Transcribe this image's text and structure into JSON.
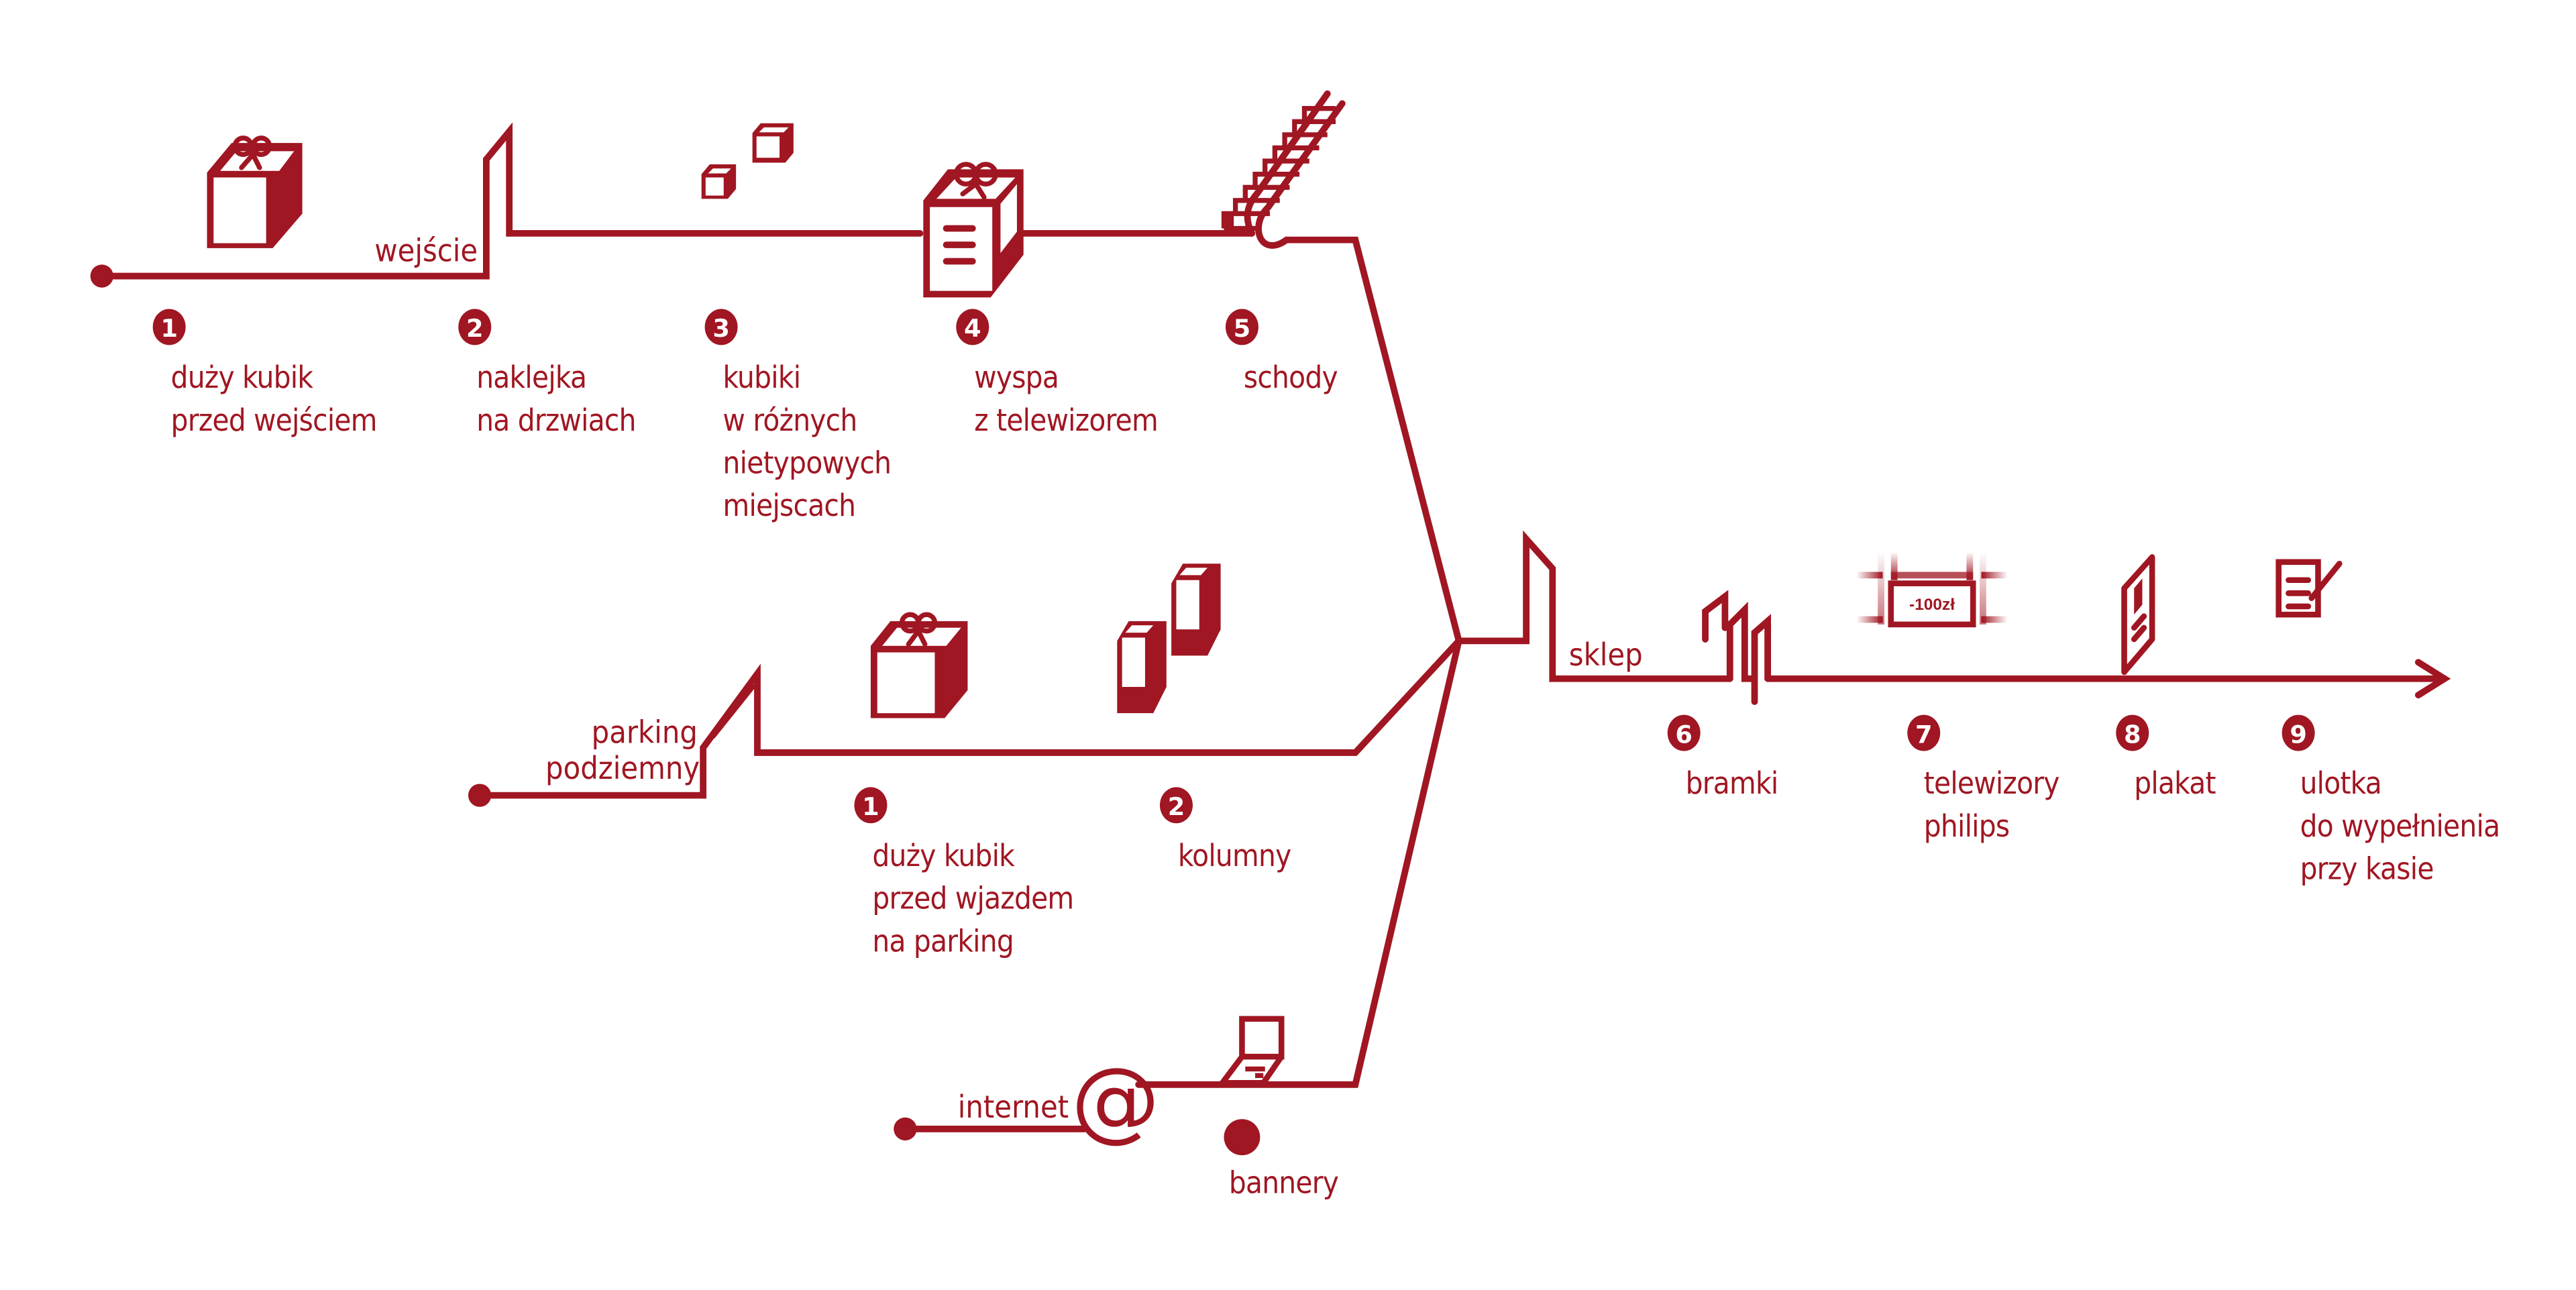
{
  "colors": {
    "accent": "#a01622",
    "background": "#ffffff"
  },
  "paths": {
    "entrance": {
      "label": "wejście"
    },
    "parking": {
      "label_line1": "parking",
      "label_line2": "podziemny"
    },
    "internet": {
      "label": "internet",
      "symbol": "@"
    },
    "store": {
      "label": "sklep"
    }
  },
  "entrance_steps": [
    {
      "number": "1",
      "icon": "gift-cube-icon",
      "lines": [
        "duży kubik",
        "przed wejściem"
      ]
    },
    {
      "number": "2",
      "icon": "door-icon",
      "lines": [
        "naklejka",
        "na drzwiach"
      ]
    },
    {
      "number": "3",
      "icon": "small-cubes-icon",
      "lines": [
        "kubiki",
        "w różnych",
        "nietypowych",
        "miejscach"
      ]
    },
    {
      "number": "4",
      "icon": "gift-tv-island-icon",
      "lines": [
        "wyspa",
        "z telewizorem"
      ]
    },
    {
      "number": "5",
      "icon": "stairs-icon",
      "lines": [
        "schody"
      ]
    }
  ],
  "parking_steps": [
    {
      "number": "1",
      "icon": "gift-cube-icon",
      "lines": [
        "duży kubik",
        "przed wjazdem",
        "na parking"
      ]
    },
    {
      "number": "2",
      "icon": "columns-icon",
      "lines": [
        "kolumny"
      ]
    }
  ],
  "internet_steps": [
    {
      "icon": "laptop-icon",
      "lines": [
        "bannery"
      ]
    }
  ],
  "store_steps": [
    {
      "number": "6",
      "icon": "gates-icon",
      "lines": [
        "bramki"
      ]
    },
    {
      "number": "7",
      "icon": "tv-wall-icon",
      "price_tag": "-100zł",
      "lines": [
        "telewizory",
        "philips"
      ]
    },
    {
      "number": "8",
      "icon": "poster-icon",
      "lines": [
        "plakat"
      ]
    },
    {
      "number": "9",
      "icon": "form-icon",
      "lines": [
        "ulotka",
        "do wypełnienia",
        "przy kasie"
      ]
    }
  ]
}
